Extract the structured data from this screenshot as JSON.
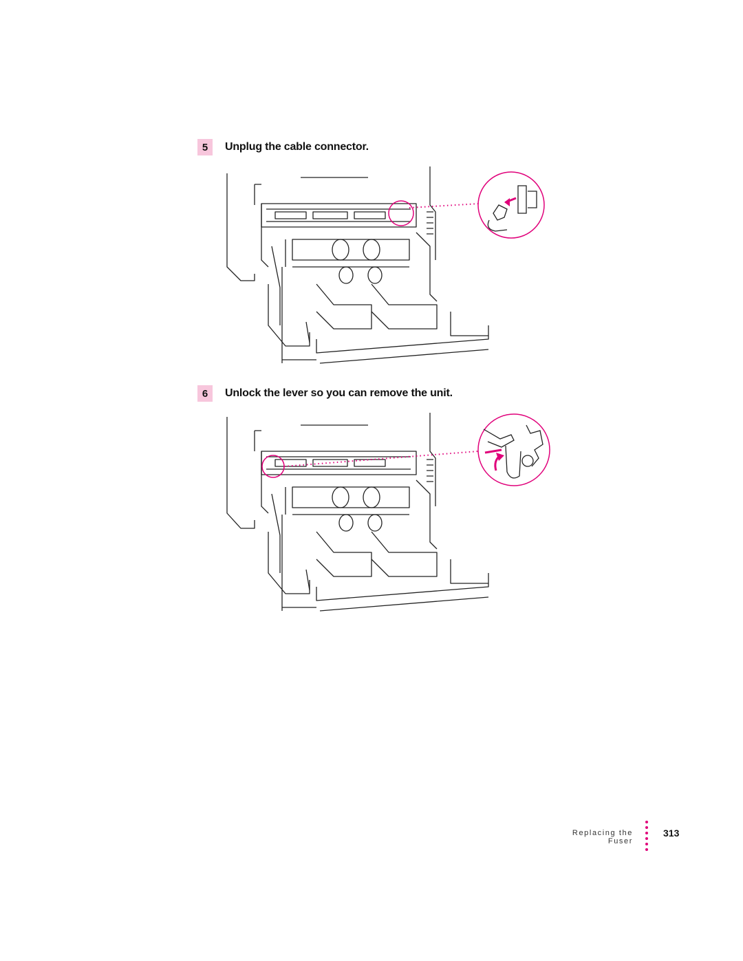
{
  "steps": [
    {
      "number": "5",
      "text": "Unplug the cable connector."
    },
    {
      "number": "6",
      "text": "Unlock the lever so you can remove the unit."
    }
  ],
  "footer": {
    "section_title": "Replacing the Fuser",
    "page_number": "313"
  },
  "colors": {
    "accent": "#e0007a",
    "step_badge": "#f7c6dc",
    "line": "#222222"
  }
}
